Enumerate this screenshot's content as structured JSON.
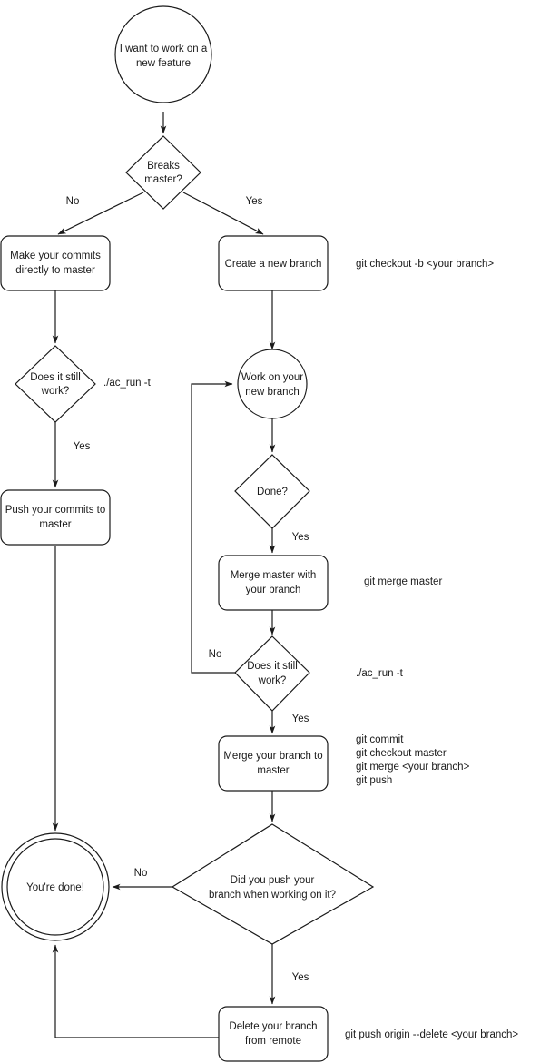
{
  "diagram": {
    "title": "Git branching workflow flowchart",
    "colors": {
      "background": "#ffffff",
      "stroke": "#1a1a1a",
      "text": "#1a1a1a",
      "shape_fill": "#ffffff"
    },
    "nodes": {
      "start": {
        "label_line1": "I want to work on a",
        "label_line2": "new feature"
      },
      "breaks_master": {
        "label_line1": "Breaks",
        "label_line2": "master?"
      },
      "make_commits": {
        "label_line1": "Make your commits",
        "label_line2": "directly to master"
      },
      "create_branch": {
        "label_line1": "Create a new branch",
        "label_line2": ""
      },
      "does_it_work_left": {
        "label_line1": "Does it still",
        "label_line2": "work?"
      },
      "push_commits": {
        "label_line1": "Push your commits to",
        "label_line2": "master"
      },
      "work_on_branch": {
        "label_line1": "Work on your",
        "label_line2": "new branch"
      },
      "done_q": {
        "label_line1": "Done?",
        "label_line2": ""
      },
      "merge_master": {
        "label_line1": "Merge master with",
        "label_line2": "your branch"
      },
      "does_it_work_right": {
        "label_line1": "Does it still",
        "label_line2": "work?"
      },
      "merge_branch": {
        "label_line1": "Merge your branch to",
        "label_line2": "master"
      },
      "did_you_push": {
        "label_line1": "Did you push your",
        "label_line2": "branch when working on it?"
      },
      "delete_branch": {
        "label_line1": "Delete your branch",
        "label_line2": "from remote"
      },
      "end": {
        "label_line1": "You're done!",
        "label_line2": ""
      }
    },
    "edge_labels": {
      "breaks_no": "No",
      "breaks_yes": "Yes",
      "work_left_yes": "Yes",
      "done_yes": "Yes",
      "work_right_no": "No",
      "work_right_yes": "Yes",
      "push_no": "No",
      "push_yes": "Yes"
    },
    "annotations": {
      "create_branch_cmd": "git checkout -b <your branch>",
      "test_left_cmd": "./ac_run -t",
      "merge_master_cmd": "git merge master",
      "test_right_cmd": "./ac_run -t",
      "merge_branch_cmd_1": "git commit",
      "merge_branch_cmd_2": "git checkout master",
      "merge_branch_cmd_3": "git merge <your branch>",
      "merge_branch_cmd_4": "git push",
      "delete_branch_cmd": "git push origin --delete <your branch>"
    }
  }
}
